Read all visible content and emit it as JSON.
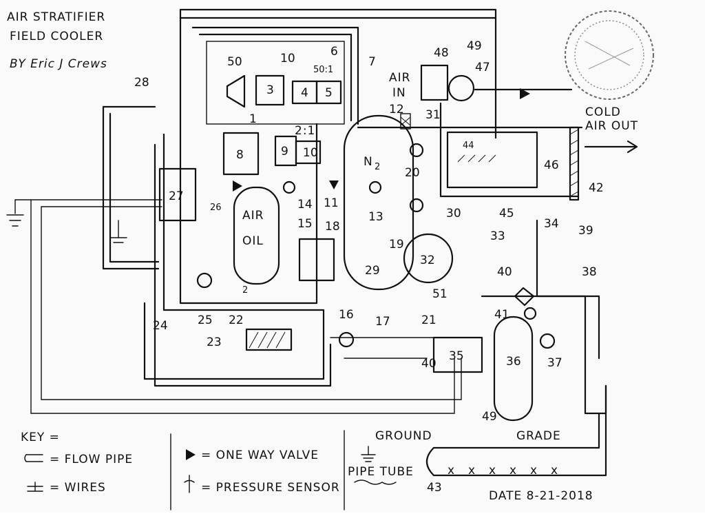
{
  "title": {
    "line1": "AIR STRATIFIER",
    "line2": "FIELD COOLER",
    "byline": "BY Eric J Crews"
  },
  "labels": {
    "air_in_1": "AIR",
    "air_in_2": "IN",
    "cold_air_1": "COLD",
    "cold_air_2": "AIR OUT",
    "air_tank_1": "AIR",
    "air_tank_2": "OIL",
    "n2": "N",
    "n2_sub": "2",
    "ratio_501": "50:1",
    "ratio_21": "2:1",
    "ground": "GROUND",
    "grade": "GRADE",
    "date": "DATE  8-21-2018"
  },
  "numbers": [
    "1",
    "2",
    "3",
    "4",
    "5",
    "6",
    "7",
    "8",
    "9",
    "10",
    "10",
    "11",
    "12",
    "13",
    "14",
    "15",
    "16",
    "17",
    "18",
    "19",
    "20",
    "21",
    "22",
    "23",
    "24",
    "25",
    "26",
    "27",
    "28",
    "29",
    "30",
    "31",
    "32",
    "33",
    "34",
    "35",
    "36",
    "37",
    "38",
    "39",
    "40",
    "40",
    "41",
    "42",
    "43",
    "44",
    "45",
    "46",
    "47",
    "48",
    "49",
    "49",
    "50",
    "51"
  ],
  "key": {
    "title": "KEY =",
    "flow_pipe": "= FLOW PIPE",
    "wires": "= WIRES",
    "one_way_valve": "= ONE WAY VALVE",
    "pressure_sensor": "= PRESSURE SENSOR",
    "pipe_tube": "PIPE TUBE"
  },
  "colors": {
    "ink": "#111111",
    "paper": "#fafafa"
  }
}
